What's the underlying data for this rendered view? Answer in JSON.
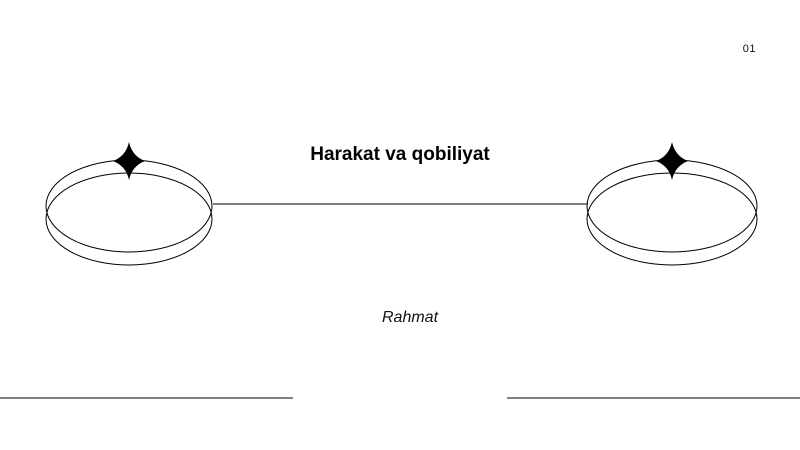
{
  "slide": {
    "page_number": "01",
    "title": "Harakat va qobiliyat",
    "subtitle": "Rahmat"
  },
  "colors": {
    "background": "#ffffff",
    "ink": "#000000"
  },
  "icons": {
    "left_ornament": "four-point-star-icon",
    "right_ornament": "four-point-star-icon"
  }
}
